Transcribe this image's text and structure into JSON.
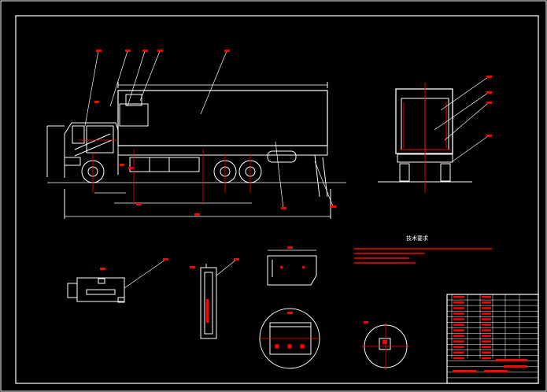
{
  "window": {
    "title": "",
    "background": "#000000"
  },
  "colors": {
    "outline": "#ffffff",
    "dimension": "#ffffff",
    "centerline": "#ff0000",
    "leader": "#ffffff",
    "callout_bubble": "#ff0000",
    "notes_text": "#ff0000",
    "title_block_text": "#ff0000"
  },
  "drawing": {
    "notes_heading": "技术要求",
    "notes": [
      "",
      "",
      "",
      ""
    ],
    "title_block": {
      "rows": 16,
      "cols": 8
    }
  }
}
